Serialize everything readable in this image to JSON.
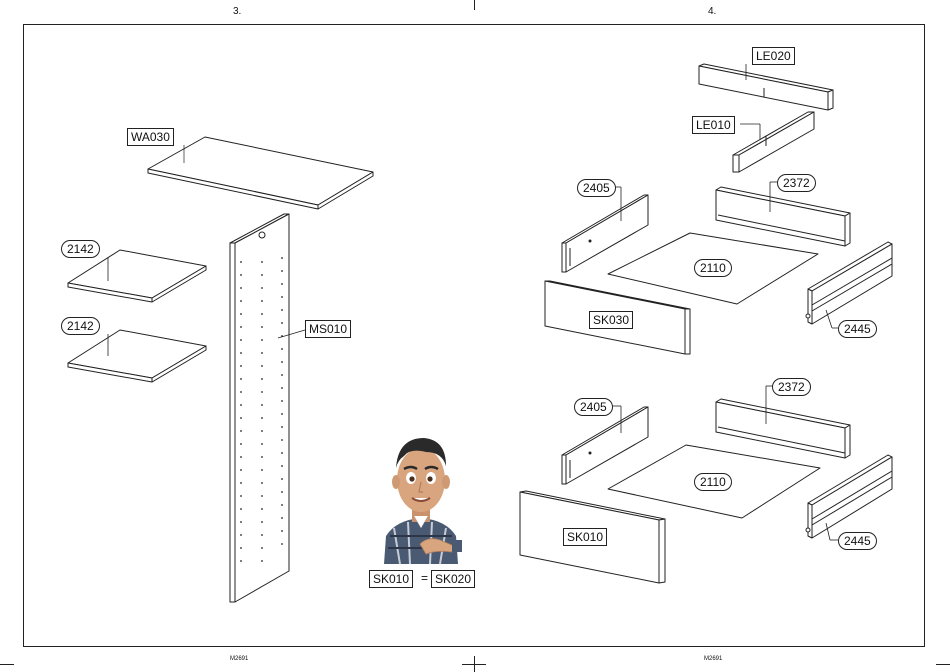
{
  "header": {
    "page_left": "3.",
    "page_right": "4."
  },
  "footer": {
    "code_left": "M2691",
    "code_right": "M2691"
  },
  "labels": {
    "wa030": "WA030",
    "ms010": "MS010",
    "shelf_top": "2142",
    "shelf_bottom": "2142",
    "le020": "LE020",
    "le010": "LE010",
    "d1_side_left": "2405",
    "d1_back": "2372",
    "d1_bottom": "2110",
    "d1_front": "SK030",
    "d1_side_right": "2445",
    "d2_side_left": "2405",
    "d2_back": "2372",
    "d2_bottom": "2110",
    "d2_front": "SK010",
    "d2_side_right": "2445"
  },
  "note": {
    "left": "SK010",
    "equals": "=",
    "right": "SK020"
  },
  "colors": {
    "line": "#222222",
    "panel": "#ffffff",
    "shirt": "#4a5a72",
    "skin": "#d9a57e",
    "hair": "#2a2a2a"
  }
}
